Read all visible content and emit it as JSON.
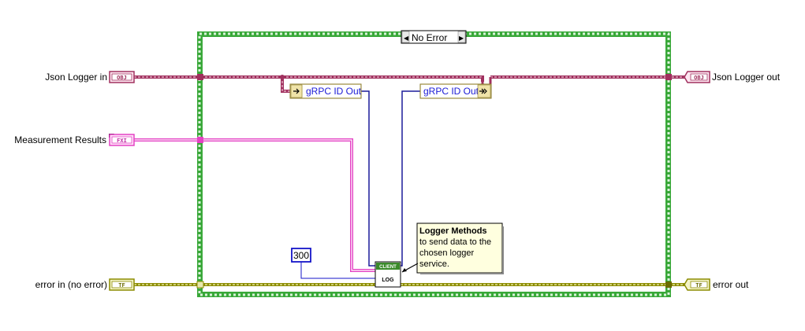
{
  "case_structure": {
    "selector_value": "No Error",
    "left_arrow": "◀",
    "right_arrow": "▶",
    "border_color": "#3aa53a"
  },
  "terminals": {
    "json_logger_in": {
      "label": "Json Logger in",
      "tag": "OBJ"
    },
    "measurement_results": {
      "label": "Measurement Results",
      "tag": "FXI"
    },
    "error_in": {
      "label": "error in (no error)",
      "tag": "TF"
    },
    "json_logger_out": {
      "label": "Json Logger out",
      "tag": "OBJ"
    },
    "error_out": {
      "label": "error out",
      "tag": "TF"
    }
  },
  "nodes": {
    "unbundle_property": {
      "label": "gRPC ID Out"
    },
    "bundle_property": {
      "label": "gRPC ID Out"
    },
    "constant": {
      "value": "300"
    },
    "log_vi": {
      "header": "CLIENT",
      "label": "LOG"
    }
  },
  "comment": {
    "title": "Logger Methods",
    "lines": [
      "to send data to the",
      "chosen logger",
      "service."
    ]
  },
  "colors": {
    "class_wire": "#a0305e",
    "cluster_wire": "#e442c4",
    "error_wire": "#8b8b00",
    "int_wire": "#1414c8",
    "string_wire": "#1c1c9a",
    "comment_bg": "#ffffdf"
  }
}
